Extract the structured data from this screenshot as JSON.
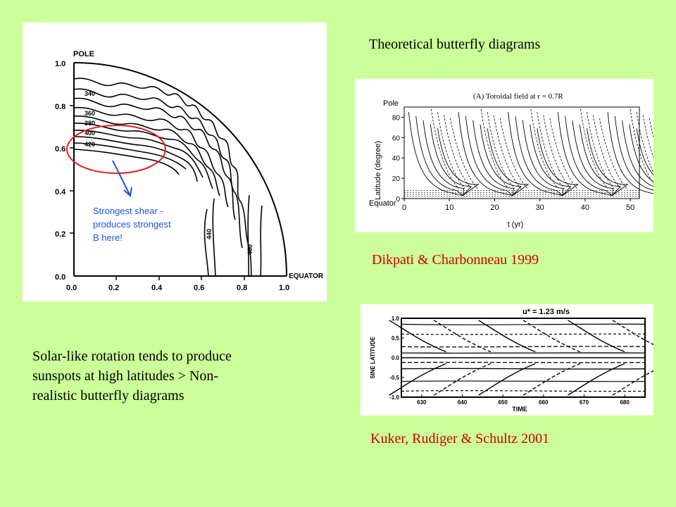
{
  "slide": {
    "bg_color": "#ccff99",
    "title_right": "Theoretical butterfly diagrams",
    "body_text": [
      "Solar-like rotation tends to produce",
      "sunspots at high latitudes > Non-",
      "realistic butterfly diagrams"
    ],
    "caption_1": "Dikpati & Charbonneau 1999",
    "caption_2": "Kuker, Rudiger & Schultz 2001",
    "caption_color": "#cc0000"
  },
  "rotation_figure": {
    "pole_label": "POLE",
    "equator_label": "EQUATOR",
    "y_ticks": [
      "1.0",
      "0.8",
      "0.6",
      "0.4",
      "0.2",
      "0.0"
    ],
    "x_ticks": [
      "0.0",
      "0.2",
      "0.4",
      "0.6",
      "0.8",
      "1.0"
    ],
    "contour_labels": [
      "340",
      "360",
      "380",
      "400",
      "420",
      "440",
      "460"
    ],
    "annotation": [
      "Strongest shear -",
      "produces strongest",
      "B here!"
    ],
    "annotation_color": "#1a56d6",
    "highlight_color": "#e02020"
  },
  "dikpati_chart": {
    "title": "(A) Toroidal field at r = 0.7R",
    "ylabel": "Latitude (degree)",
    "xlabel": "t (yr)",
    "pole_label": "Pole",
    "equator_label": "Equator",
    "x_ticks": [
      "0",
      "10",
      "20",
      "30",
      "40",
      "50"
    ],
    "y_ticks": [
      "80",
      "60",
      "40",
      "20",
      "0"
    ],
    "xlim": [
      0,
      52
    ],
    "ylim": [
      0,
      90
    ]
  },
  "kuker_chart": {
    "title": "u* = 1.23 m/s",
    "ylabel": "SINE LATITUDE",
    "xlabel": "TIME",
    "x_ticks": [
      "630",
      "640",
      "650",
      "660",
      "670",
      "680"
    ],
    "y_ticks": [
      "1.0",
      "0.5",
      "0.0",
      "-0.5",
      "-1.0"
    ],
    "xlim": [
      625,
      685
    ],
    "ylim": [
      -1,
      1
    ]
  }
}
